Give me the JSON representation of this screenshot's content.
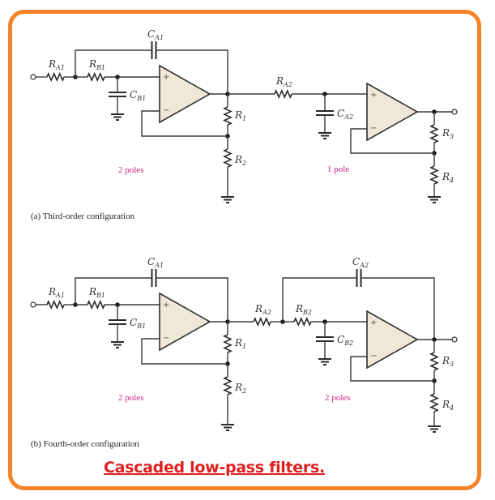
{
  "figure": {
    "title": "Cascaded low-pass filters.",
    "accent_border_color": "#f5832a",
    "title_color": "#e02020",
    "pole_label_color": "#d0208a"
  },
  "circuits": [
    {
      "id": "a",
      "caption": "(a) Third-order configuration",
      "stage1": {
        "RA": {
          "main": "R",
          "sub": "A1"
        },
        "RB": {
          "main": "R",
          "sub": "B1"
        },
        "CA": {
          "main": "C",
          "sub": "A1"
        },
        "CB": {
          "main": "C",
          "sub": "B1"
        },
        "R1": {
          "main": "R",
          "sub": "1"
        },
        "R2": {
          "main": "R",
          "sub": "2"
        },
        "poles": "2 poles"
      },
      "stage2": {
        "type": "single-pole",
        "RA": {
          "main": "R",
          "sub": "A2"
        },
        "CA": {
          "main": "C",
          "sub": "A2"
        },
        "R3": {
          "main": "R",
          "sub": "3"
        },
        "R4": {
          "main": "R",
          "sub": "4"
        },
        "poles": "1 pole"
      }
    },
    {
      "id": "b",
      "caption": "(b) Fourth-order configuration",
      "stage1": {
        "RA": {
          "main": "R",
          "sub": "A1"
        },
        "RB": {
          "main": "R",
          "sub": "B1"
        },
        "CA": {
          "main": "C",
          "sub": "A1"
        },
        "CB": {
          "main": "C",
          "sub": "B1"
        },
        "R1": {
          "main": "R",
          "sub": "1"
        },
        "R2": {
          "main": "R",
          "sub": "2"
        },
        "poles": "2 poles"
      },
      "stage2": {
        "type": "two-pole",
        "RA": {
          "main": "R",
          "sub": "A2"
        },
        "RB": {
          "main": "R",
          "sub": "B2"
        },
        "CA": {
          "main": "C",
          "sub": "A2"
        },
        "CB": {
          "main": "C",
          "sub": "B2"
        },
        "R3": {
          "main": "R",
          "sub": "3"
        },
        "R4": {
          "main": "R",
          "sub": "4"
        },
        "poles": "2 poles"
      }
    }
  ],
  "opamp_signs": {
    "plus": "+",
    "minus": "−"
  }
}
